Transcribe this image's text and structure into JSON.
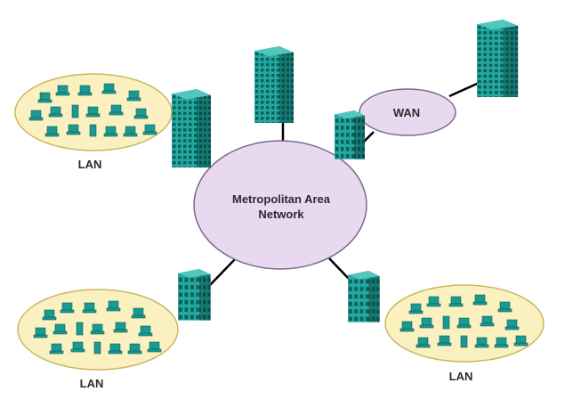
{
  "diagram": {
    "man": {
      "line1": "Metropolitan Area",
      "line2": "Network"
    },
    "wan": {
      "label": "WAN"
    },
    "lans": [
      {
        "id": "top-left",
        "label": "LAN"
      },
      {
        "id": "bottom-left",
        "label": "LAN"
      },
      {
        "id": "bottom-right",
        "label": "LAN"
      }
    ],
    "colors": {
      "man_fill": "#e8d8f0",
      "man_stroke": "#7a6a8a",
      "lan_fill": "#fbf1c0",
      "lan_stroke": "#c8b860",
      "building_front": "#1fa49c",
      "building_side": "#12706a",
      "device": "#1a9a92",
      "link": "#000000"
    },
    "icons": [
      "building-icon",
      "tower-icon",
      "pc-icon",
      "laptop-icon",
      "server-icon",
      "printer-icon"
    ]
  }
}
